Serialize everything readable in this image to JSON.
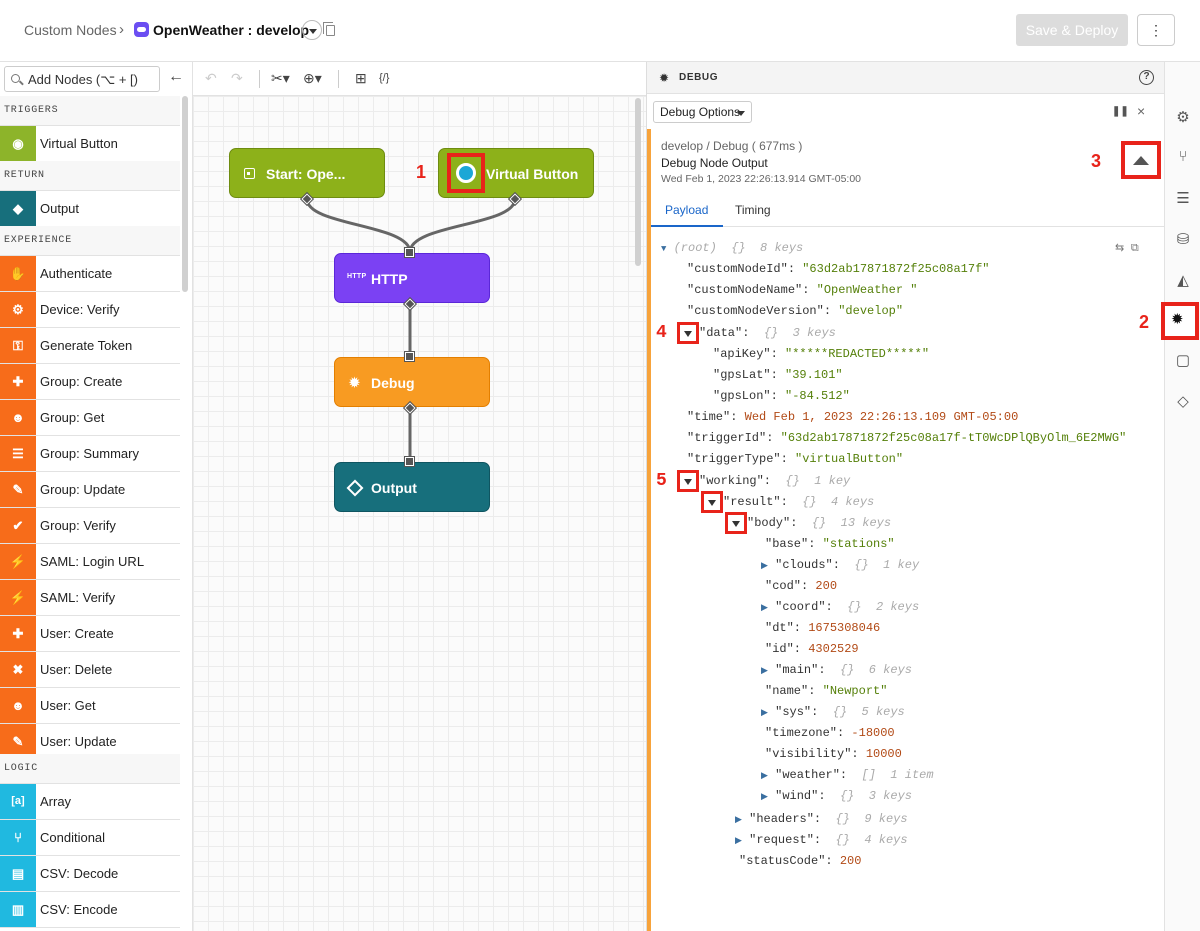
{
  "header": {
    "breadcrumb_root": "Custom Nodes",
    "breadcrumb_sep": "›",
    "app_title": "OpenWeather : develop",
    "save_label": "Save & Deploy",
    "more_label": "⋮"
  },
  "palette": {
    "search_placeholder": "Add Nodes (⌥ + [)",
    "sections": {
      "triggers": "TRIGGERS",
      "return": "RETURN",
      "experience": "EXPERIENCE",
      "logic": "LOGIC"
    },
    "items": [
      {
        "label": "Virtual Button",
        "icon": "◉"
      },
      {
        "label": "Output",
        "icon": "◆"
      },
      {
        "label": "Authenticate",
        "icon": "✋"
      },
      {
        "label": "Device: Verify",
        "icon": "⚙"
      },
      {
        "label": "Generate Token",
        "icon": "⚿"
      },
      {
        "label": "Group: Create",
        "icon": "✚"
      },
      {
        "label": "Group: Get",
        "icon": "☻"
      },
      {
        "label": "Group: Summary",
        "icon": "☰"
      },
      {
        "label": "Group: Update",
        "icon": "✎"
      },
      {
        "label": "Group: Verify",
        "icon": "✔"
      },
      {
        "label": "SAML: Login URL",
        "icon": "⚡"
      },
      {
        "label": "SAML: Verify",
        "icon": "⚡"
      },
      {
        "label": "User: Create",
        "icon": "✚"
      },
      {
        "label": "User: Delete",
        "icon": "✖"
      },
      {
        "label": "User: Get",
        "icon": "☻"
      },
      {
        "label": "User: Update",
        "icon": "✎"
      },
      {
        "label": "Array",
        "icon": "[a]"
      },
      {
        "label": "Conditional",
        "icon": "⑂"
      },
      {
        "label": "CSV: Decode",
        "icon": "▤"
      },
      {
        "label": "CSV: Encode",
        "icon": "▥"
      }
    ]
  },
  "canvas": {
    "nodes": {
      "start": "Start: Ope...",
      "virtual_button": "Virtual Button",
      "http": "HTTP",
      "http_icon": "HTTP",
      "debug": "Debug",
      "output": "Output"
    },
    "annotation_1": "1"
  },
  "debug": {
    "title": "DEBUG",
    "help": "?",
    "options_label": "Debug Options",
    "pause": "❚❚",
    "close": "×",
    "entry": {
      "path": "develop / Debug ( 677ms )",
      "title": "Debug Node Output",
      "timestamp": "Wed Feb 1, 2023 22:26:13.914 GMT-05:00"
    },
    "tabs": [
      "Payload",
      "Timing"
    ],
    "annotations": [
      "2",
      "3",
      "4",
      "5"
    ],
    "json_lines": {
      "root": "(root)",
      "root_meta": "{}  8 keys",
      "cn_id_k": "\"customNodeId\":",
      "cn_id_v": "\"63d2ab17871872f25c08a17f\"",
      "cn_name_k": "\"customNodeName\":",
      "cn_name_v": "\"OpenWeather \"",
      "cn_ver_k": "\"customNodeVersion\":",
      "cn_ver_v": "\"develop\"",
      "data_k": "\"data\":",
      "data_meta": "{}  3 keys",
      "apikey_k": "\"apiKey\":",
      "apikey_v": "\"*****REDACTED*****\"",
      "lat_k": "\"gpsLat\":",
      "lat_v": "\"39.101\"",
      "lon_k": "\"gpsLon\":",
      "lon_v": "\"-84.512\"",
      "time_k": "\"time\":",
      "time_v": "Wed Feb 1, 2023 22:26:13.109 GMT-05:00",
      "trig_k": "\"triggerId\":",
      "trig_v": "\"63d2ab17871872f25c08a17f-tT0WcDPlQByOlm_6E2MWG\"",
      "trigt_k": "\"triggerType\":",
      "trigt_v": "\"virtualButton\"",
      "working_k": "\"working\":",
      "working_meta": "{}  1 key",
      "result_k": "\"result\":",
      "result_meta": "{}  4 keys",
      "body_k": "\"body\":",
      "body_meta": "{}  13 keys",
      "base_k": "\"base\":",
      "base_v": "\"stations\"",
      "clouds_k": "\"clouds\":",
      "clouds_meta": "{}  1 key",
      "cod_k": "\"cod\":",
      "cod_v": "200",
      "coord_k": "\"coord\":",
      "coord_meta": "{}  2 keys",
      "dt_k": "\"dt\":",
      "dt_v": "1675308046",
      "id_k": "\"id\":",
      "id_v": "4302529",
      "main_k": "\"main\":",
      "main_meta": "{}  6 keys",
      "name_k": "\"name\":",
      "name_v": "\"Newport\"",
      "sys_k": "\"sys\":",
      "sys_meta": "{}  5 keys",
      "tz_k": "\"timezone\":",
      "tz_v": "-18000",
      "vis_k": "\"visibility\":",
      "vis_v": "10000",
      "weather_k": "\"weather\":",
      "weather_meta": "[]  1 item",
      "wind_k": "\"wind\":",
      "wind_meta": "{}  3 keys",
      "headers_k": "\"headers\":",
      "headers_meta": "{}  9 keys",
      "request_k": "\"request\":",
      "request_meta": "{}  4 keys",
      "status_k": "\"statusCode\":",
      "status_v": "200"
    }
  },
  "colors": {
    "accent": "#1a66c9",
    "annotation": "#e8231a",
    "trigger": "#8db11a",
    "http": "#7b41f3",
    "debug": "#f89b22",
    "output": "#176f7c",
    "experience": "#f76c1a",
    "logic": "#20b9e0"
  }
}
